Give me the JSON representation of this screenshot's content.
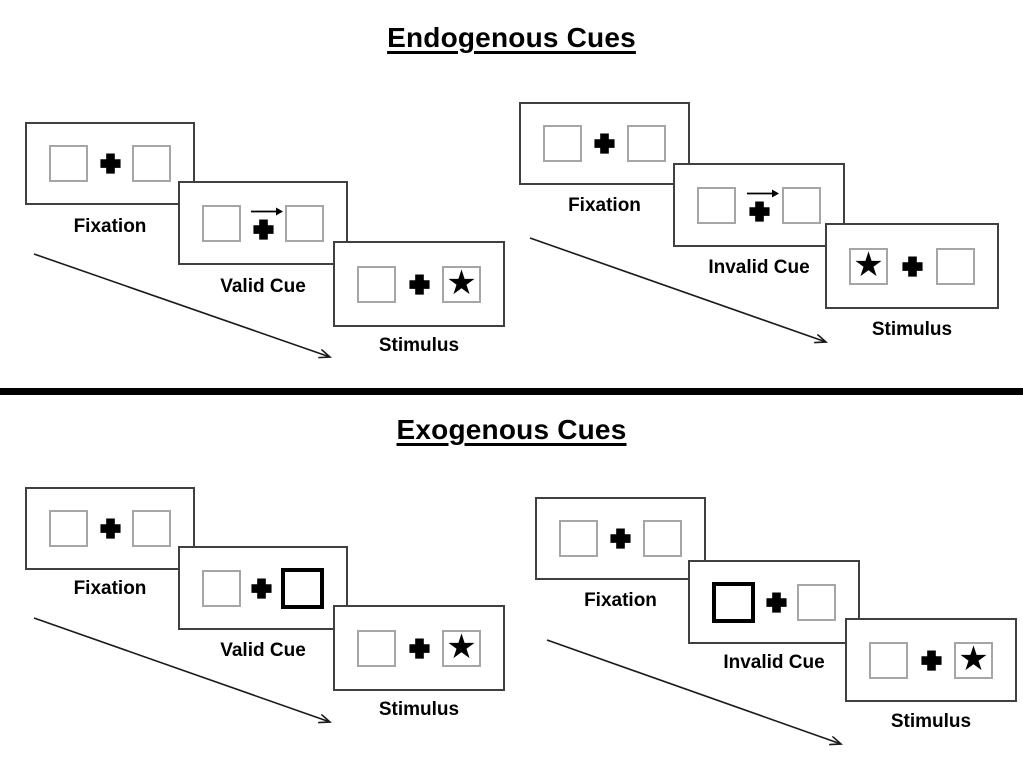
{
  "glyphs": {
    "star": "★",
    "plus": "heavy-cross",
    "cue_arrow": "right-arrow"
  },
  "colors": {
    "background": "#ffffff",
    "ink": "#000000",
    "panel_border": "#404040",
    "box_border": "#a6a6a6",
    "cue_box_border": "#000000"
  },
  "sections": [
    {
      "title": "Endogenous Cues",
      "cue_style": "central-arrow",
      "trials": [
        {
          "name": "valid-trial",
          "panels": [
            {
              "label": "Fixation",
              "content": "empty-boxes-with-cross"
            },
            {
              "label": "Valid Cue",
              "content": "arrow-above-cross-pointing-right"
            },
            {
              "label": "Stimulus",
              "content": "star-in-right-box"
            }
          ]
        },
        {
          "name": "invalid-trial",
          "panels": [
            {
              "label": "Fixation",
              "content": "empty-boxes-with-cross"
            },
            {
              "label": "Invalid Cue",
              "content": "arrow-above-cross-pointing-right"
            },
            {
              "label": "Stimulus",
              "content": "star-in-left-box"
            }
          ]
        }
      ]
    },
    {
      "title": "Exogenous Cues",
      "cue_style": "peripheral-bold-box",
      "trials": [
        {
          "name": "valid-trial",
          "panels": [
            {
              "label": "Fixation",
              "content": "empty-boxes-with-cross"
            },
            {
              "label": "Valid Cue",
              "content": "bold-box-on-right"
            },
            {
              "label": "Stimulus",
              "content": "star-in-right-box"
            }
          ]
        },
        {
          "name": "invalid-trial",
          "panels": [
            {
              "label": "Fixation",
              "content": "empty-boxes-with-cross"
            },
            {
              "label": "Invalid Cue",
              "content": "bold-box-on-left"
            },
            {
              "label": "Stimulus",
              "content": "star-in-right-box"
            }
          ]
        }
      ]
    }
  ]
}
